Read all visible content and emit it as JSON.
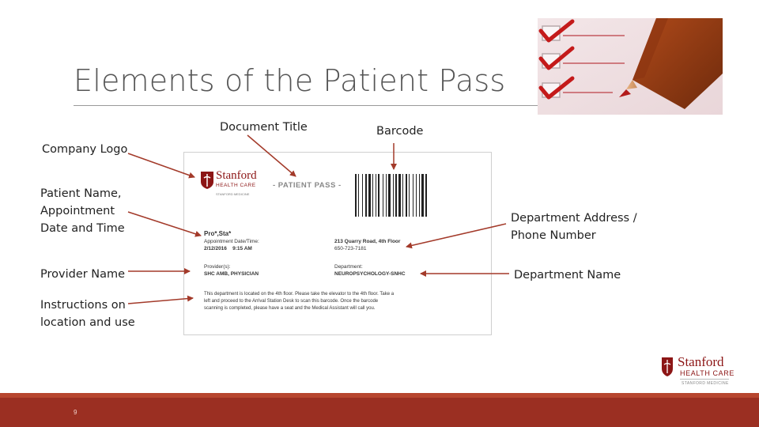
{
  "slide": {
    "title": "Elements of the Patient Pass",
    "page_number": "9"
  },
  "labels": {
    "document_title": "Document Title",
    "barcode": "Barcode",
    "company_logo": "Company Logo",
    "patient_info": "Patient Name,\nAppointment\nDate and Time",
    "provider_name": "Provider Name",
    "instructions": "Instructions on\nlocation and use",
    "department_address": "Department Address /\nPhone Number",
    "department_name": "Department Name"
  },
  "patient_pass": {
    "logo_name": "Stanford",
    "logo_sub": "HEALTH CARE",
    "logo_tag": "STANFORD MEDICINE",
    "pass_title": "- PATIENT PASS -",
    "patient_name": "Pro*,Sta*",
    "appt_label": "Appointment Date/Time:",
    "appt_value": "2/12/2016    9:15 AM",
    "address": "213 Quarry Road, 4th Floor",
    "phone": "650-723-7181",
    "provider_label": "Provider(s):",
    "provider_value": "SHC AMB, PHYSICIAN",
    "department_label": "Department:",
    "department_value": "NEUROPSYCHOLOGY-SNHC",
    "instructions_lines": [
      "This department is located on the 4th floor. Please take the elevator to the 4th floor. Take a",
      "left and proceed to the Arrival Station Desk to scan this barcode. Once the barcode",
      "scanning is completed, please have a seat and the Medical Assistant will call you."
    ]
  },
  "footer_logo": {
    "name": "Stanford",
    "sub": "HEALTH CARE",
    "tag": "STANFORD MEDICINE"
  },
  "colors": {
    "brand_red": "#8c1515",
    "band": "#9b2f22",
    "arrow": "#a33a2a"
  }
}
